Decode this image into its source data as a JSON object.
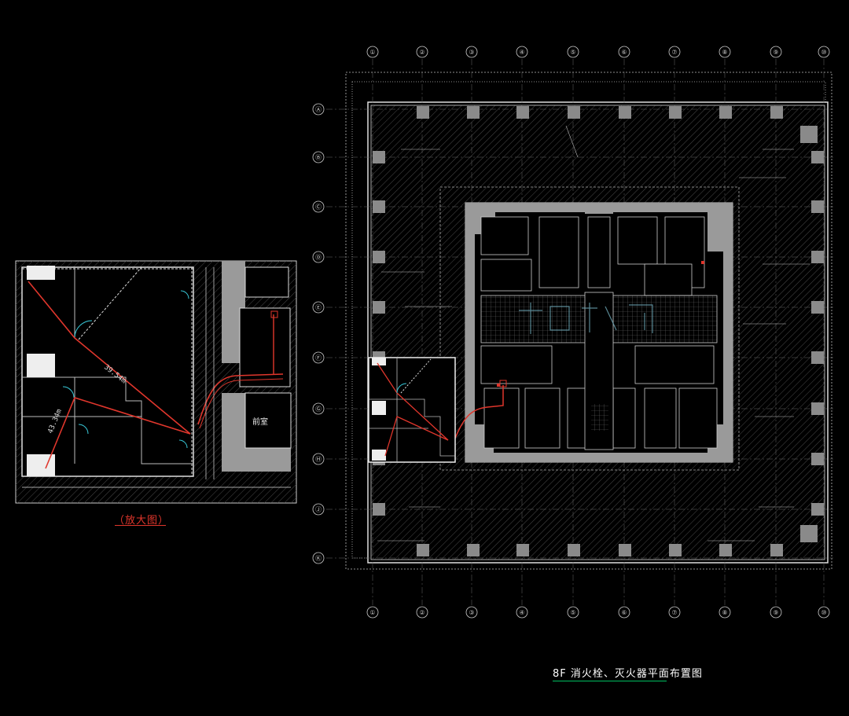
{
  "colors": {
    "background": "#000000",
    "line": "#cfcfcf",
    "hatch": "#5a5a5a",
    "pipe_red": "#e0362c",
    "door_cyan": "#38c8d8",
    "title_green": "#00c060",
    "core_fill": "#9a9a9a"
  },
  "enlarged_view": {
    "caption": "（放大图）",
    "distance_1": "39.54m",
    "distance_2": "43.34m",
    "room_label": "前室"
  },
  "plan": {
    "title": "8F 消火栓、灭火器平面布置图",
    "column_grid_top": [
      "①",
      "②",
      "③",
      "④",
      "⑤",
      "⑥",
      "⑦",
      "⑧",
      "⑨",
      "⑩"
    ],
    "row_grid_left": [
      "Ⓐ",
      "Ⓑ",
      "Ⓒ",
      "Ⓓ",
      "Ⓔ",
      "Ⓕ",
      "Ⓖ",
      "Ⓗ",
      "Ⓙ",
      "Ⓚ"
    ]
  },
  "icons": {
    "grid_bubble": "circle-axis-icon",
    "hydrant": "fire-hydrant-icon",
    "extinguisher": "extinguisher-icon"
  }
}
